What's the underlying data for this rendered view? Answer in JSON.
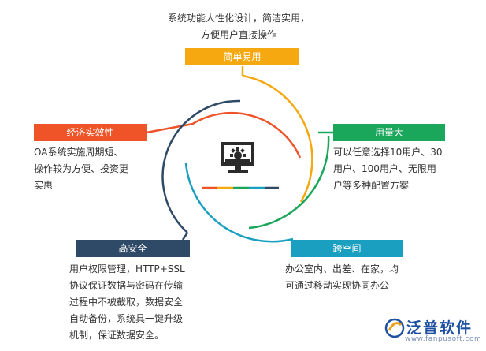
{
  "center": {
    "icon": "monitor-gear-icon"
  },
  "nodes": [
    {
      "id": "simple",
      "label": "简单易用",
      "color": "#f5a80f",
      "desc": [
        "系统功能人性化设计，简洁实用，",
        "方便用户直接操作"
      ]
    },
    {
      "id": "economic",
      "label": "经济实效性",
      "color": "#ef5428",
      "desc": [
        "OA系统实施周期短、",
        "操作较为方便、投资更",
        "实惠"
      ]
    },
    {
      "id": "users",
      "label": "用量大",
      "color": "#1aa65b",
      "desc": [
        "可以任意选择10用户、30",
        "用户、100用户、无限用",
        "户等多种配置方案"
      ]
    },
    {
      "id": "security",
      "label": "高安全",
      "color": "#2e4a66",
      "desc": [
        "用户权限管理，HTTP+SSL",
        "协议保证数据与密码在传输",
        "过程中不被截取，数据安全",
        "自动备份，系统具一键升级",
        "机制，保证数据安全。"
      ]
    },
    {
      "id": "cross",
      "label": "跨空间",
      "color": "#1b9fc0",
      "desc": [
        "办公室内、出差、在家，均",
        "可通过移动实现协同办公"
      ]
    }
  ],
  "logo": {
    "text": "泛普软件",
    "url": "www.fanpusoft.com"
  }
}
